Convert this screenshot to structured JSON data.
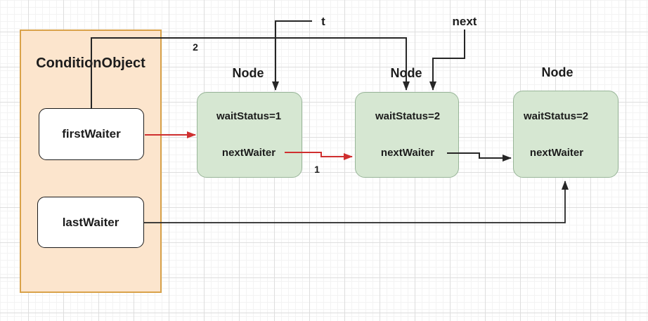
{
  "condition_object": {
    "title": "ConditionObject",
    "fields": [
      {
        "label": "firstWaiter"
      },
      {
        "label": "lastWaiter"
      }
    ]
  },
  "nodes": [
    {
      "title": "Node",
      "wait_status": "waitStatus=1",
      "next_waiter": "nextWaiter"
    },
    {
      "title": "Node",
      "wait_status": "waitStatus=2",
      "next_waiter": "nextWaiter"
    },
    {
      "title": "Node",
      "wait_status": "waitStatus=2",
      "next_waiter": "nextWaiter"
    }
  ],
  "pointer_labels": {
    "thread": "t",
    "next": "next"
  },
  "step_labels": {
    "step_1": "1",
    "step_2": "2"
  },
  "colors": {
    "condition_box_fill": "#fce5cd",
    "condition_box_stroke": "#d9a24a",
    "node_fill": "#d6e7d2",
    "node_stroke": "#98b598",
    "pointer_arrow_red": "#cf2f2f",
    "connector_black": "#262626",
    "white_box_fill": "#ffffff",
    "grid_major": "#dedede",
    "grid_minor": "#f3f3f3",
    "text_color": "#1c1c1c"
  }
}
